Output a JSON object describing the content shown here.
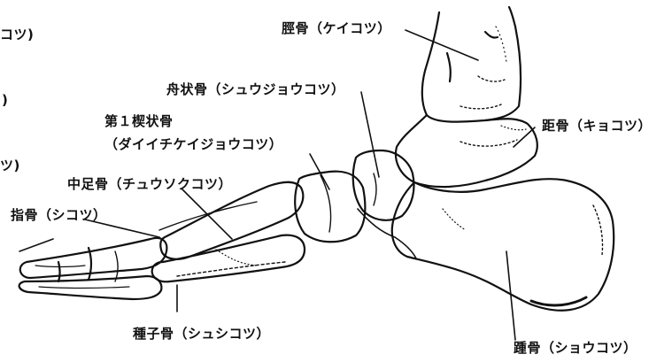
{
  "labels": {
    "tibia": "脛骨（ケイコツ）",
    "navicular": "舟状骨（シュウジョウコツ）",
    "cuneiform_line1": "第１楔状骨",
    "cuneiform_line2": "（ダイイチケイジョウコツ）",
    "talus": "距骨（キョコツ）",
    "metatarsal": "中足骨（チュウソクコツ）",
    "phalanges": "指骨（シコツ）",
    "sesamoid": "種子骨（シュシコツ）",
    "calcaneus": "踵骨（ショウコツ）",
    "cut_top": "コツ)",
    "cut_mid": ")",
    "cut_low": "ツ)"
  }
}
